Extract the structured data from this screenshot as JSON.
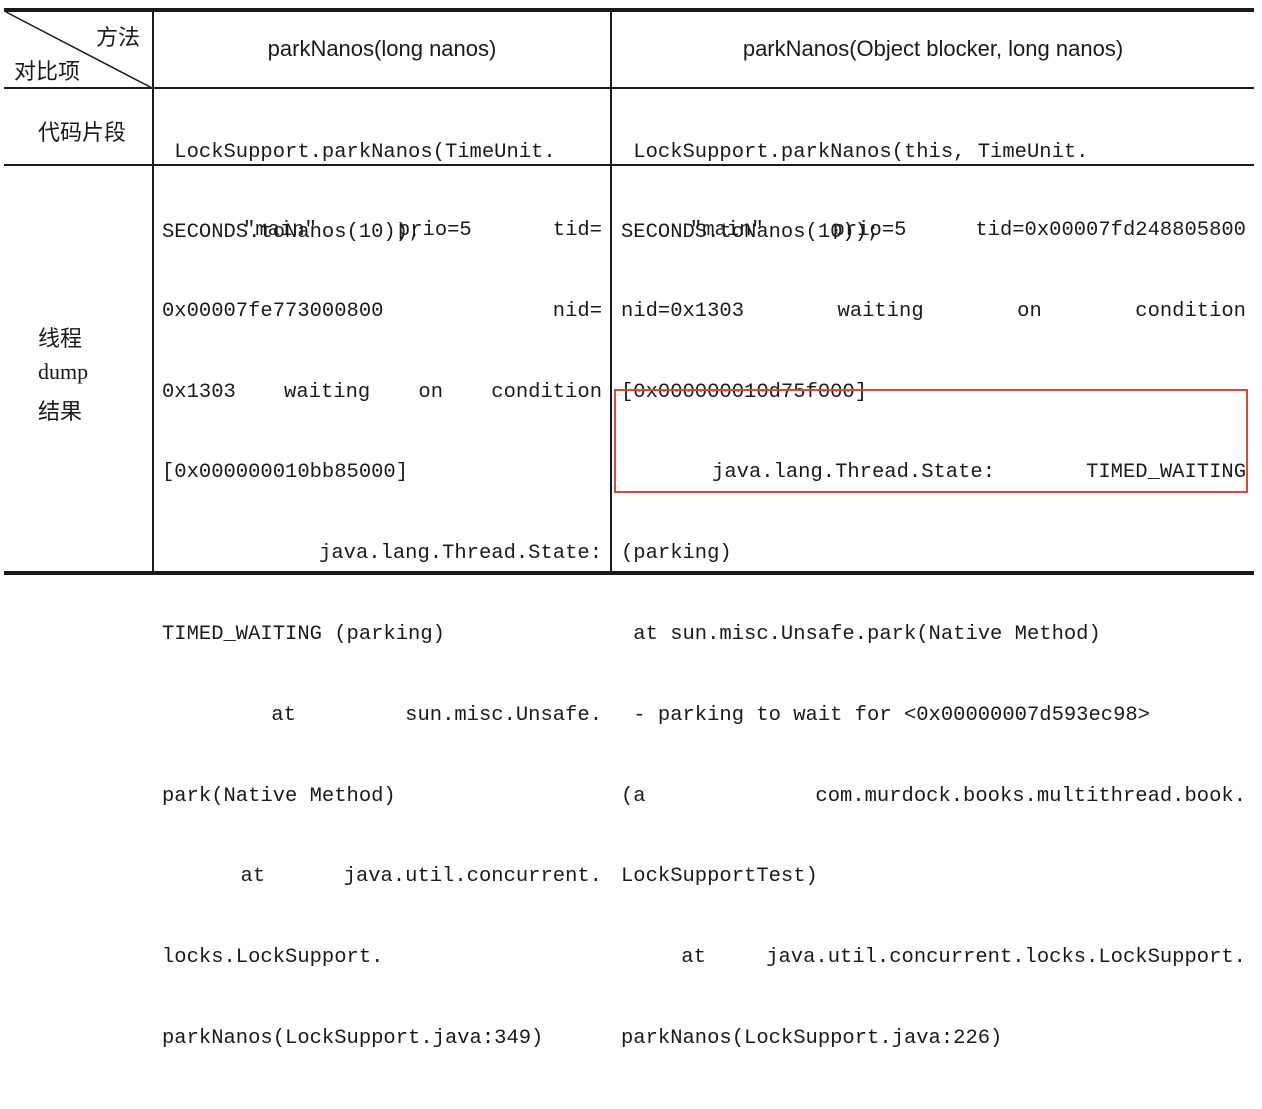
{
  "header": {
    "corner_top": "方法",
    "corner_bottom": "对比项",
    "col1": "parkNanos(long nanos)",
    "col2": "parkNanos(Object blocker, long nanos)"
  },
  "row_code": {
    "label": "代码片段",
    "col1_lines": [
      " LockSupport.parkNanos(TimeUnit.",
      "SECONDS.toNanos(10));"
    ],
    "col2_lines": [
      " LockSupport.parkNanos(this, TimeUnit.",
      "SECONDS.toNanos(10));"
    ]
  },
  "row_dump": {
    "label_line1": "线程",
    "label_line2": "dump",
    "label_line3": "结果",
    "col1_lines": [
      " \"main\" prio=5 tid=",
      "0x00007fe773000800 nid=",
      "0x1303 waiting on condition",
      "[0x000000010bb85000]",
      " java.lang.Thread.State:",
      "TIMED_WAITING (parking)",
      " at sun.misc.Unsafe.",
      "park(Native Method)",
      " at java.util.concurrent.",
      "locks.LockSupport.",
      "parkNanos(LockSupport.java:349)"
    ],
    "col2_lines": [
      " \"main\" prio=5 tid=0x00007fd248805800",
      "nid=0x1303 waiting on condition",
      "[0x000000010d75f000]",
      " java.lang.Thread.State: TIMED_WAITING",
      "(parking)",
      " at sun.misc.Unsafe.park(Native Method)",
      " - parking to wait for <0x00000007d593ec98>",
      "(a com.murdock.books.multithread.book.",
      "LockSupportTest)",
      " at java.util.concurrent.locks.LockSupport.",
      "parkNanos(LockSupport.java:226)"
    ]
  },
  "highlight_color": "#e0453c"
}
